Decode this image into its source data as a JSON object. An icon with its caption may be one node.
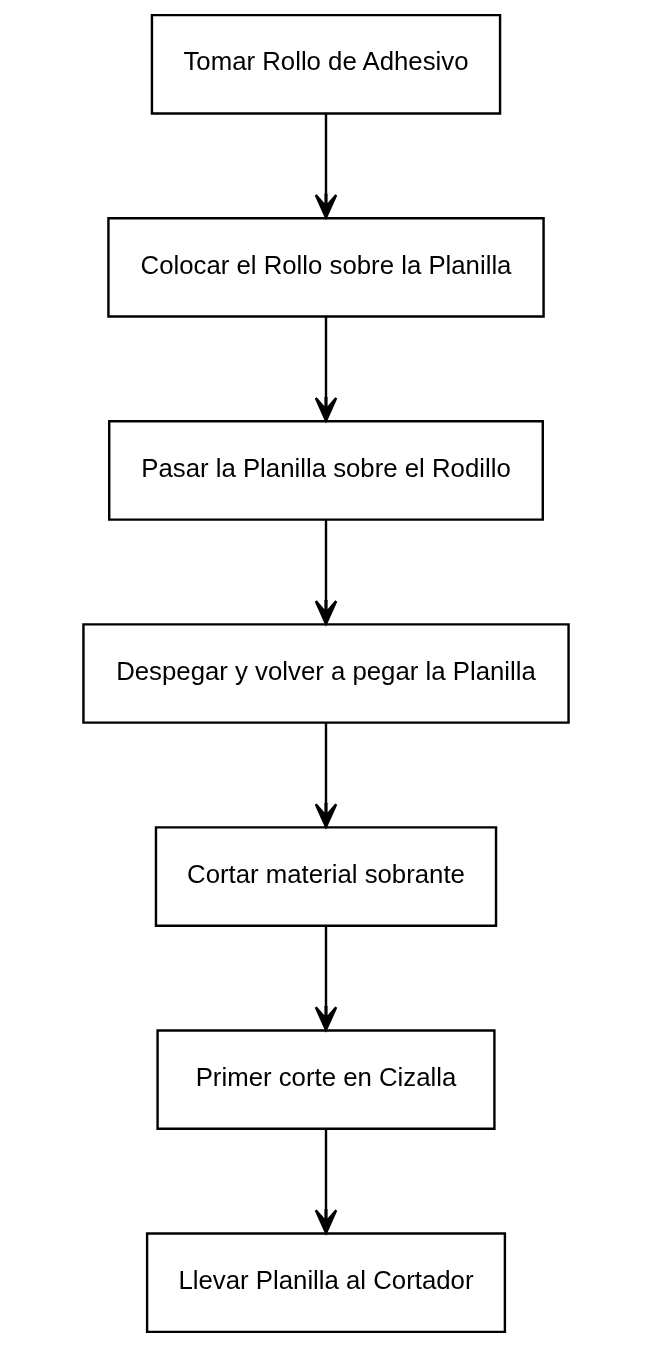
{
  "diagram": {
    "nodes": [
      {
        "text": [
          "Tomar Rollo de Adhesivo"
        ]
      },
      {
        "text": [
          "Colocar el Rollo sobre la Planilla"
        ]
      },
      {
        "text": [
          "Pasar la Planilla sobre el Rodillo"
        ]
      },
      {
        "text": [
          "Despegar y volver a pegar la Planilla"
        ]
      },
      {
        "text": [
          "Cortar material sobrante"
        ]
      },
      {
        "text": [
          "Primer corte en Cizalla"
        ]
      },
      {
        "text": [
          "Llevar Planilla al Cortador"
        ]
      }
    ],
    "edges": [
      {
        "from": 0,
        "to": 1,
        "arrow": "to"
      },
      {
        "from": 1,
        "to": 2,
        "arrow": "to"
      },
      {
        "from": 2,
        "to": 3,
        "arrow": "to"
      },
      {
        "from": 3,
        "to": 4,
        "arrow": "to"
      },
      {
        "from": 4,
        "to": 5,
        "arrow": "to"
      },
      {
        "from": 5,
        "to": 6,
        "arrow": "to"
      }
    ]
  }
}
